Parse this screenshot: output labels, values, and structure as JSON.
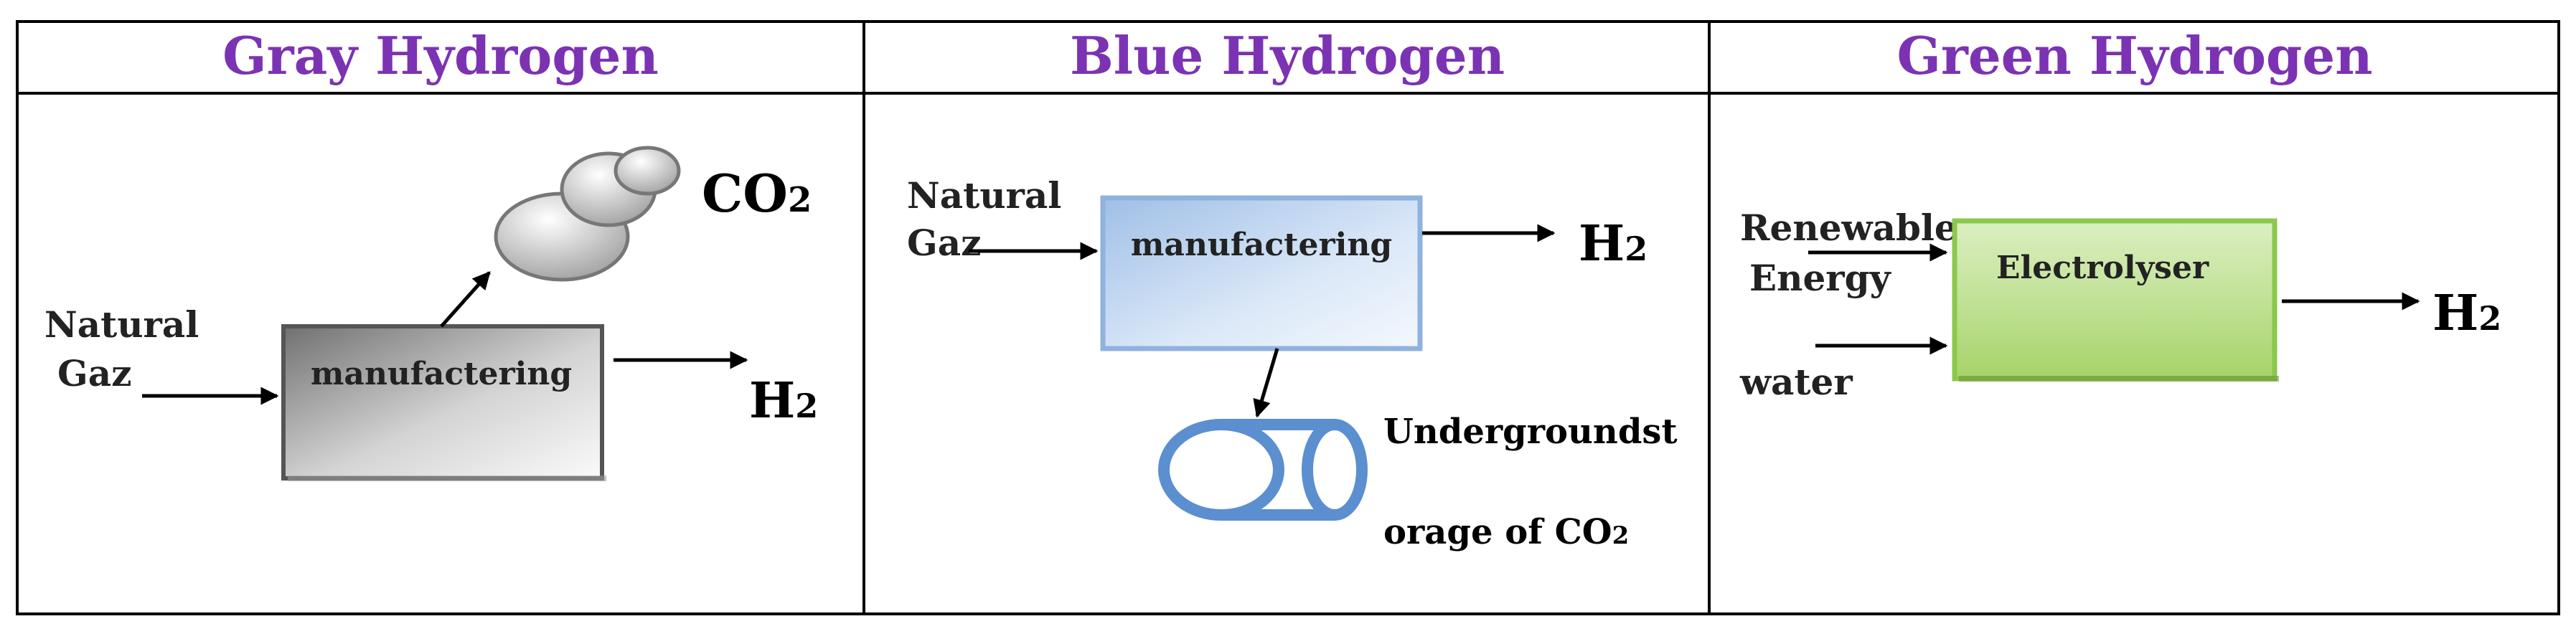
{
  "headers": {
    "gray": "Gray Hydrogen",
    "blue": "Blue Hydrogen",
    "green": "Green Hydrogen"
  },
  "header_color": "#7b33b3",
  "gray": {
    "input_line1": "Natural",
    "input_line2": "Gaz",
    "process": "manufactering",
    "emission_main": "CO",
    "emission_sub": "2",
    "output_main": "H",
    "output_sub": "2"
  },
  "blue": {
    "input_line1": "Natural",
    "input_line2": "Gaz",
    "process": "manufactering",
    "output_main": "H",
    "output_sub": "2",
    "storage_line1": "Undergroundst",
    "storage_line2_main": "orage of CO",
    "storage_line2_sub": "2"
  },
  "green": {
    "input1_line1": "Renewable",
    "input1_line2": "Energy",
    "input2": "water",
    "process": "Electrolyser",
    "output_main": "H",
    "output_sub": "2"
  }
}
